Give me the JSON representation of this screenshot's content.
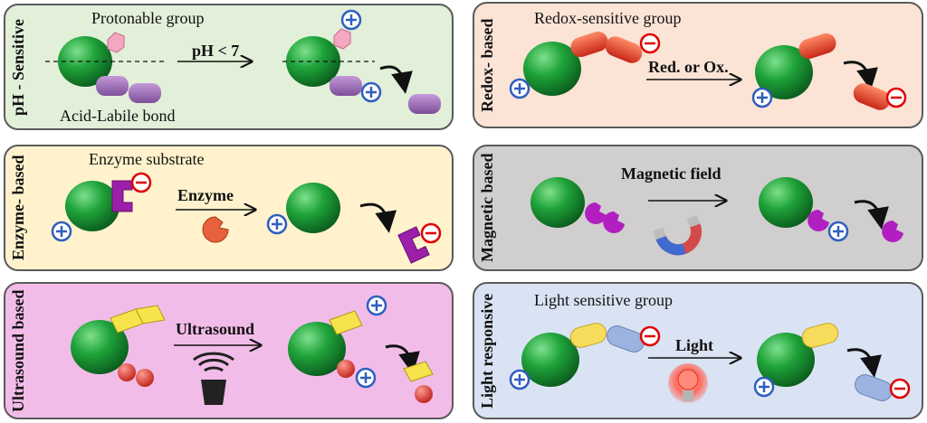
{
  "colors": {
    "ph_bg": "#e2efd9",
    "redox_bg": "#fbe3d6",
    "enzyme_bg": "#fff2cc",
    "magnetic_bg": "#d0cece",
    "ultrasound_bg": "#f2bce8",
    "light_bg": "#dae3f3",
    "sphere": "#1fa33a",
    "cation": "#2f5fbf",
    "anion": "#e00000"
  },
  "panels": {
    "ph": {
      "side_label": "pH - Sensitive",
      "top_label": "Protonable group",
      "bottom_label": "Acid-Labile bond",
      "arrow_label": "pH < 7"
    },
    "redox": {
      "side_label": "Redox- based",
      "top_label": "Redox-sensitive group",
      "arrow_label": "Red. or Ox."
    },
    "enzyme": {
      "side_label": "Enzyme- based",
      "top_label": "Enzyme substrate",
      "arrow_label": "Enzyme"
    },
    "magnetic": {
      "side_label": "Magnetic based",
      "arrow_label": "Magnetic field"
    },
    "ultrasound": {
      "side_label": "Ultrasound based",
      "arrow_label": "Ultrasound"
    },
    "light": {
      "side_label": "Light responsive",
      "top_label": "Light sensitive group",
      "arrow_label": "Light"
    }
  }
}
